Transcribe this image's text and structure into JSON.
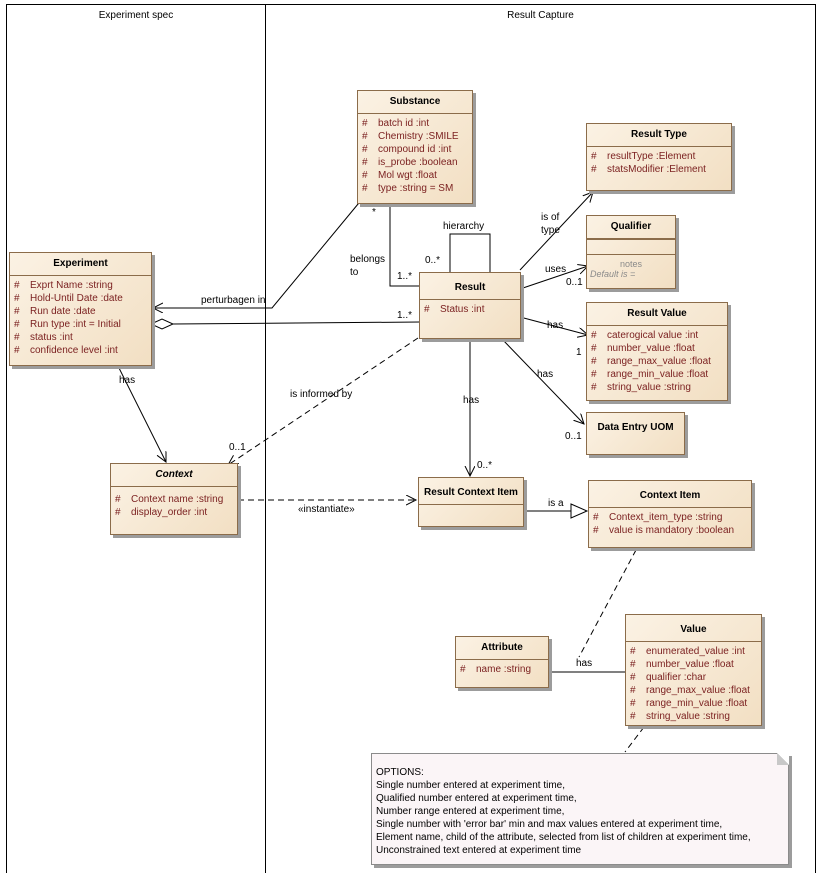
{
  "lanes": {
    "left": "Experiment spec",
    "right": "Result Capture"
  },
  "classes": {
    "substance": {
      "name": "Substance",
      "attrs": [
        "batch id  :int",
        "Chemistry  :SMILE",
        "compound id  :int",
        "is_probe  :boolean",
        "Mol wgt  :float",
        "type  :string = SM"
      ]
    },
    "result_type": {
      "name": "Result Type",
      "attrs": [
        "resultType  :Element",
        "statsModifier  :Element"
      ]
    },
    "qualifier": {
      "name": "Qualifier",
      "notes": "notes",
      "default": "Default is ="
    },
    "experiment": {
      "name": "Experiment",
      "attrs": [
        "Exprt Name  :string",
        "Hold-Until Date  :date",
        "Run date  :date",
        "Run type  :int = Initial",
        "status  :int",
        "confidence level  :int"
      ]
    },
    "result": {
      "name": "Result",
      "attrs": [
        "Status  :int"
      ]
    },
    "result_value": {
      "name": "Result Value",
      "attrs": [
        "caterogical value  :int",
        "number_value  :float",
        "range_max_value  :float",
        "range_min_value  :float",
        "string_value  :string"
      ]
    },
    "data_entry_uom": {
      "name": "Data Entry UOM"
    },
    "context": {
      "name": "Context",
      "attrs": [
        "Context name  :string",
        "display_order  :int"
      ]
    },
    "result_context_item": {
      "name": "Result Context Item"
    },
    "context_item": {
      "name": "Context Item",
      "attrs": [
        "Context_item_type  :string",
        "value is mandatory  :boolean"
      ]
    },
    "attribute": {
      "name": "Attribute",
      "attrs": [
        "name  :string"
      ]
    },
    "value": {
      "name": "Value",
      "attrs": [
        "enumerated_value  :int",
        "number_value  :float",
        "qualifier  :char",
        "range_max_value  :float",
        "range_min_value  :float",
        "string_value  :string"
      ]
    }
  },
  "labels": {
    "hierarchy": "hierarchy",
    "belongs_to_1": "belongs",
    "belongs_to_2": "to",
    "mult_star": "*",
    "mult_1n_a": "1..*",
    "mult_0n_a": "0..*",
    "is_of_type_1": "is of",
    "is_of_type_2": "type",
    "uses": "uses",
    "mult_01_a": "0..1",
    "perturbagen_in": "perturbagen in",
    "mult_1n_b": "1..*",
    "has_a": "has",
    "mult_1": "1",
    "has_b": "has",
    "mult_01_b": "0..1",
    "has_exp": "has",
    "is_informed_by": "is informed by",
    "has_c": "has",
    "mult_01_c": "0..1",
    "mult_0n_b": "0..*",
    "instantiate": "«instantiate»",
    "is_a": "is a",
    "has_d": "has"
  },
  "note": {
    "lines": [
      "OPTIONS:",
      "Single number entered at experiment time,",
      "Qualified number entered at experiment time,",
      "Number range entered at experiment time,",
      "Single number with 'error bar' min and max values entered at experiment time,",
      "Element name, child of the attribute, selected from list of children at experiment time,",
      "Unconstrained text entered at experiment time"
    ]
  }
}
